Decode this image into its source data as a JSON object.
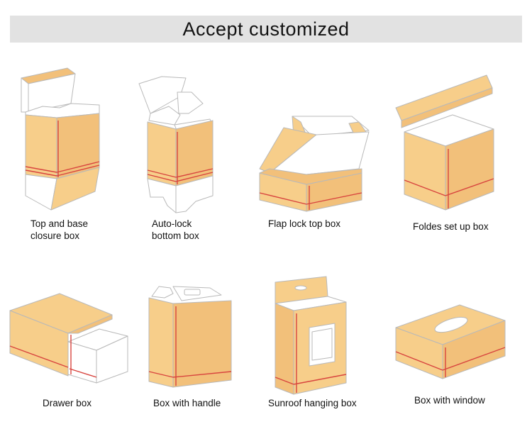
{
  "header": {
    "title": "Accept customized"
  },
  "colors": {
    "box_face": "#f7ce8a",
    "box_side": "#f2c07a",
    "box_inner": "#ffffff",
    "box_line": "#b9b9b9",
    "accent_line": "#d8453f",
    "banner_bg": "#e2e2e2"
  },
  "boxes": [
    {
      "icon": "top-and-base-closure-box-icon",
      "label_lines": [
        "Top and base",
        "closure box"
      ]
    },
    {
      "icon": "auto-lock-bottom-box-icon",
      "label_lines": [
        "Auto-lock",
        "bottom box"
      ]
    },
    {
      "icon": "flap-lock-top-box-icon",
      "label_lines": [
        "Flap lock top box"
      ]
    },
    {
      "icon": "foldes-set-up-box-icon",
      "label_lines": [
        "Foldes set up box"
      ]
    },
    {
      "icon": "drawer-box-icon",
      "label_lines": [
        "Drawer box"
      ]
    },
    {
      "icon": "box-with-handle-icon",
      "label_lines": [
        "Box with handle"
      ]
    },
    {
      "icon": "sunroof-hanging-box-icon",
      "label_lines": [
        "Sunroof hanging box"
      ]
    },
    {
      "icon": "box-with-window-icon",
      "label_lines": [
        "Box with window"
      ]
    }
  ]
}
